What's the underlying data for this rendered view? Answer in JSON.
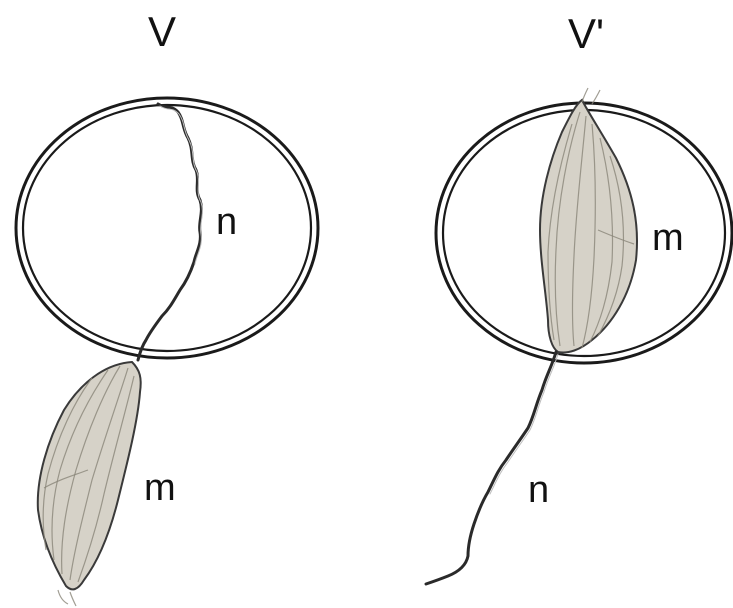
{
  "panels": [
    {
      "title": "V",
      "nerve_label": "n",
      "muscle_label": "m"
    },
    {
      "title": "V'",
      "nerve_label": "n",
      "muscle_label": "m"
    }
  ]
}
